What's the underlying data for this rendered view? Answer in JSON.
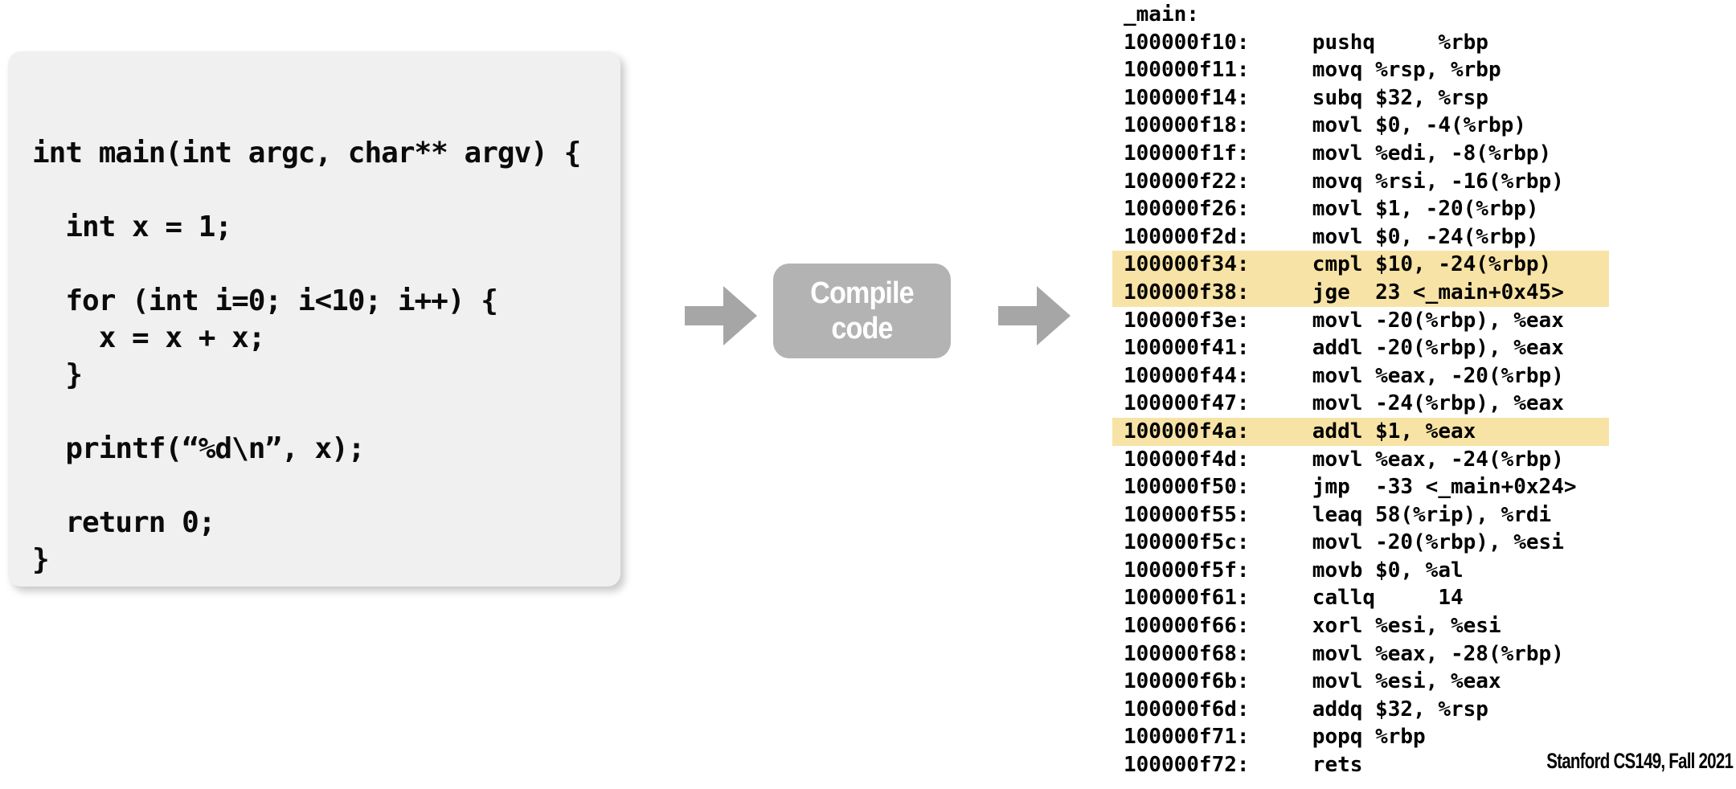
{
  "page": {
    "background": "#ffffff",
    "footer": "Stanford CS149, Fall 2021"
  },
  "colors": {
    "panel_bg": "#f0f0f1",
    "arrow_gray": "#a6a6a6",
    "compile_box_gray": "#b3b3b3",
    "compile_text": "#ffffff",
    "highlight_yellow": "#f7e3a5",
    "text_black": "#000000"
  },
  "source_code": {
    "lines": [
      "int main(int argc, char** argv) {",
      "",
      "  int x = 1;",
      "",
      "  for (int i=0; i<10; i++) {",
      "    x = x + x;",
      "  }",
      "",
      "  printf(“%d\\n”, x);",
      "",
      "  return 0;",
      "}"
    ]
  },
  "pipeline": {
    "compile_label_line1": "Compile",
    "compile_label_line2": "code"
  },
  "assembly": {
    "label": "_main:",
    "instructions": [
      {
        "addr": "100000f10:",
        "text": "pushq     %rbp",
        "highlight": false
      },
      {
        "addr": "100000f11:",
        "text": "movq %rsp, %rbp",
        "highlight": false
      },
      {
        "addr": "100000f14:",
        "text": "subq $32, %rsp",
        "highlight": false
      },
      {
        "addr": "100000f18:",
        "text": "movl $0, -4(%rbp)",
        "highlight": false
      },
      {
        "addr": "100000f1f:",
        "text": "movl %edi, -8(%rbp)",
        "highlight": false
      },
      {
        "addr": "100000f22:",
        "text": "movq %rsi, -16(%rbp)",
        "highlight": false
      },
      {
        "addr": "100000f26:",
        "text": "movl $1, -20(%rbp)",
        "highlight": false
      },
      {
        "addr": "100000f2d:",
        "text": "movl $0, -24(%rbp)",
        "highlight": false
      },
      {
        "addr": "100000f34:",
        "text": "cmpl $10, -24(%rbp)",
        "highlight": true
      },
      {
        "addr": "100000f38:",
        "text": "jge  23 <_main+0x45>",
        "highlight": true
      },
      {
        "addr": "100000f3e:",
        "text": "movl -20(%rbp), %eax",
        "highlight": false
      },
      {
        "addr": "100000f41:",
        "text": "addl -20(%rbp), %eax",
        "highlight": false
      },
      {
        "addr": "100000f44:",
        "text": "movl %eax, -20(%rbp)",
        "highlight": false
      },
      {
        "addr": "100000f47:",
        "text": "movl -24(%rbp), %eax",
        "highlight": false
      },
      {
        "addr": "100000f4a:",
        "text": "addl $1, %eax",
        "highlight": true
      },
      {
        "addr": "100000f4d:",
        "text": "movl %eax, -24(%rbp)",
        "highlight": false
      },
      {
        "addr": "100000f50:",
        "text": "jmp  -33 <_main+0x24>",
        "highlight": false
      },
      {
        "addr": "100000f55:",
        "text": "leaq 58(%rip), %rdi",
        "highlight": false
      },
      {
        "addr": "100000f5c:",
        "text": "movl -20(%rbp), %esi",
        "highlight": false
      },
      {
        "addr": "100000f5f:",
        "text": "movb $0, %al",
        "highlight": false
      },
      {
        "addr": "100000f61:",
        "text": "callq     14",
        "highlight": false
      },
      {
        "addr": "100000f66:",
        "text": "xorl %esi, %esi",
        "highlight": false
      },
      {
        "addr": "100000f68:",
        "text": "movl %eax, -28(%rbp)",
        "highlight": false
      },
      {
        "addr": "100000f6b:",
        "text": "movl %esi, %eax",
        "highlight": false
      },
      {
        "addr": "100000f6d:",
        "text": "addq $32, %rsp",
        "highlight": false
      },
      {
        "addr": "100000f71:",
        "text": "popq %rbp",
        "highlight": false
      },
      {
        "addr": "100000f72:",
        "text": "rets",
        "highlight": false
      }
    ]
  }
}
